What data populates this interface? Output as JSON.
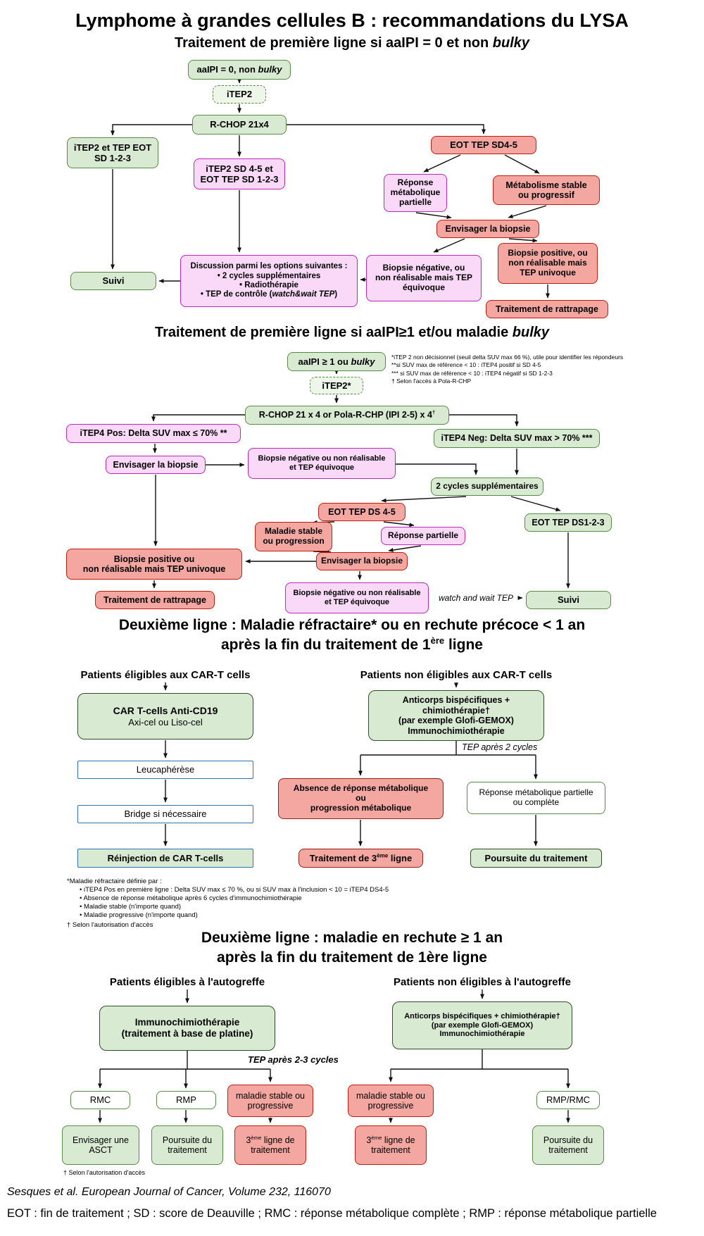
{
  "colors": {
    "green_fill": "#d9ead3",
    "green_border": "#5a8a46",
    "magenta_fill": "#f9d9f7",
    "magenta_border": "#b82ab8",
    "red_fill": "#f4a7a1",
    "red_border": "#bf1d11",
    "blue_border": "#2e74b5",
    "arrow": "#111111"
  },
  "header": {
    "title": "Lymphome à grandes cellules B : recommandations du LYSA"
  },
  "s1": {
    "subtitle_pre": "Traitement de première ligne si aaIPI = 0 et non ",
    "subtitle_it": "bulky",
    "start_pre": "aaIPI = 0, non ",
    "start_it": "bulky",
    "itep2": "iTEP2",
    "rchop": "R-CHOP 21x4",
    "itep2_eot_sd123": "iTEP2 et TEP EOT\nSD 1-2-3",
    "itep2_sd45": "iTEP2 SD 4-5 et\nEOT TEP SD 1-2-3",
    "eot_sd45": "EOT TEP SD4-5",
    "rep_metab_part": "Réponse\nmétabolique\npartielle",
    "metab_stable": "Métabolisme stable\nou progressif",
    "envisager_biopsie": "Envisager la biopsie",
    "biopsie_pos": "Biopsie positive, ou\nnon réalisable mais\nTEP univoque",
    "rattrapage": "Traitement de rattrapage",
    "biopsie_neg": "Biopsie négative, ou\nnon réalisable mais TEP\néquivoque",
    "discussion_l1": "Discussion parmi les options suivantes :",
    "discussion_l2": "• 2 cycles supplémentaires",
    "discussion_l3": "• Radiothérapie",
    "discussion_l4_pre": "• TEP de contrôle (",
    "discussion_l4_it": "watch&wait TEP",
    "discussion_l4_post": ")",
    "suivi": "Suivi"
  },
  "s2": {
    "subtitle_pre": "Traitement de première ligne si aaIPI≥1 et/ou maladie ",
    "subtitle_it": "bulky",
    "fn1": "*iTEP 2 non décisionnel (seuil delta SUV max 66 %), utile pour identifier les répondeurs",
    "fn2": "**si SUV max de référence < 10 : iTEP4 positif si SD 4-5",
    "fn3": "*** si SUV max de référence < 10 : iTEP4 négatif si SD 1-2-3",
    "fn4": "† Selon l'accès à Pola-R-CHP",
    "start_pre": "aaIPI ≥ 1 ou ",
    "start_it": "bulky",
    "itep2": "iTEP2*",
    "rchop_pre": "R-CHOP 21 x 4 or Pola-R-CHP (IPI 2-5) x 4",
    "rchop_sup": "†",
    "itep4_pos": "iTEP4 Pos: Delta SUV max ≤ 70% **",
    "itep4_neg": "iTEP4 Neg: Delta SUV max > 70% ***",
    "envisager1": "Envisager la biopsie",
    "biopsie_neg1": "Biopsie négative ou non réalisable\net TEP équivoque",
    "deux_cycles": "2 cycles supplémentaires",
    "eot_ds45": "EOT TEP DS 4-5",
    "maladie_stable": "Maladie stable\nou progression",
    "rep_part": "Réponse partielle",
    "eot_ds123": "EOT TEP DS1-2-3",
    "biopsie_pos": "Biopsie positive ou\nnon réalisable mais TEP univoque",
    "envisager2": "Envisager la biopsie",
    "rattrapage": "Traitement de rattrapage",
    "biopsie_neg2": "Biopsie négative ou non réalisable\net TEP équivoque",
    "watch_wait": "watch and wait TEP",
    "suivi": "Suivi"
  },
  "s3": {
    "title1": "Deuxième ligne : Maladie réfractaire* ou en rechute précoce < 1 an",
    "title2_pre": "après la fin du traitement de 1",
    "title2_sup": "ère",
    "title2_post": " ligne",
    "left_header": "Patients éligibles aux CAR-T cells",
    "right_header": "Patients non éligibles aux CAR-T cells",
    "cart_l1": "CAR T-cells Anti-CD19",
    "cart_l2": "Axi-cel ou Liso-cel",
    "bispecific": "Anticorps bispécifiques +\nchimiothérapie†\n(par exemple Glofi-GEMOX)\nImmunochimiothérapie",
    "tep_label": "TEP après 2 cycles",
    "leucapherese": "Leucaphérèse",
    "bridge": "Bridge si nécessaire",
    "reinjection": "Réinjection de CAR T-cells",
    "absence": "Absence de réponse métabolique\nou\nprogression métabolique",
    "rep_part_comp": "Réponse métabolique partielle\nou complète",
    "ligne3_pre": "Traitement de 3",
    "ligne3_sup": "ème",
    "ligne3_post": " ligne",
    "poursuite": "Poursuite du traitement",
    "fn1": "*Maladie réfractaire définie par :",
    "fn2": "• iTEP4 Pos en première ligne : Delta SUV max ≤ 70 %, ou si SUV max à l'inclusion < 10 = iTEP4 DS4-5",
    "fn3": "• Absence de réponse métabolique après 6 cycles d'immunochimiothérapie",
    "fn4": "• Maladie stable (n'importe quand)",
    "fn5": "• Maladie progressive (n'importe quand)",
    "fn6": "† Selon l'autorisation d'accès"
  },
  "s4": {
    "title1": "Deuxième ligne : maladie en rechute ≥ 1 an",
    "title2": "après la fin du traitement de 1ère ligne",
    "left_header": "Patients éligibles à l'autogreffe",
    "right_header": "Patients non éligibles à l'autogreffe",
    "immuno": "Immunochimiothérapie\n(traitement à base de platine)",
    "bispecific": "Anticorps bispécifiques  + chimiothérapie†\n(par exemple Glofi-GEMOX)\nImmunochimiothérapie",
    "tep_label": "TEP après 2-3 cycles",
    "rmc": "RMC",
    "rmp": "RMP",
    "stable_left": "maladie stable ou\nprogressive",
    "stable_right": "maladie stable ou\nprogressive",
    "rmp_rmc": "RMP/RMC",
    "asct": "Envisager une\nASCT",
    "poursuite_left": "Poursuite du\ntraitement",
    "l3_pre": "3",
    "l3_sup": "ème",
    "l3_post": " ligne de",
    "l3_l2": "traitement",
    "poursuite_right": "Poursuite du\ntraitement",
    "fn": "† Selon l'autorisation d'accès"
  },
  "footer": {
    "citation": "Sesques et al. European Journal of Cancer, Volume 232, 116070",
    "abbreviations": "EOT : fin de traitement ; SD : score de Deauville ; RMC : réponse métabolique complète ; RMP : réponse métabolique partielle"
  }
}
